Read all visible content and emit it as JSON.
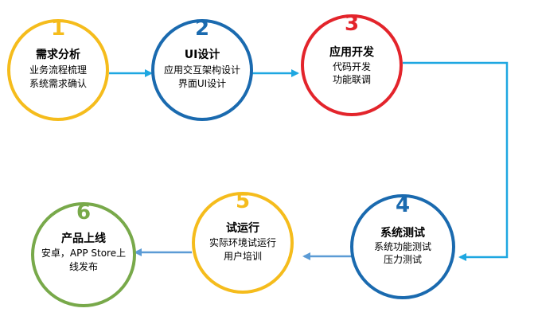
{
  "steps": [
    {
      "number": "1",
      "title": "需求分析",
      "lines": [
        "业务流程梳理",
        "系统需求确认"
      ],
      "color": "#F5BC1C"
    },
    {
      "number": "2",
      "title": "UI设计",
      "lines": [
        "应用交互架构设计",
        "界面UI设计"
      ],
      "color": "#1A6AAF"
    },
    {
      "number": "3",
      "title": "应用开发",
      "lines": [
        "代码开发",
        "功能联调"
      ],
      "color": "#E3242B"
    },
    {
      "number": "4",
      "title": "系统测试",
      "lines": [
        "系统功能测试",
        "压力测试"
      ],
      "color": "#1A6AAF"
    },
    {
      "number": "5",
      "title": "试运行",
      "lines": [
        "实际环境试运行",
        "用户培训"
      ],
      "color": "#F5BC1C"
    },
    {
      "number": "6",
      "title": "产品上线",
      "lines": [
        "安卓，APP Store上",
        "线发布"
      ],
      "color": "#78A94A"
    }
  ],
  "arrow_colors": {
    "top_row": "#1EA7E1",
    "bottom_row": "#5B9BD5"
  }
}
